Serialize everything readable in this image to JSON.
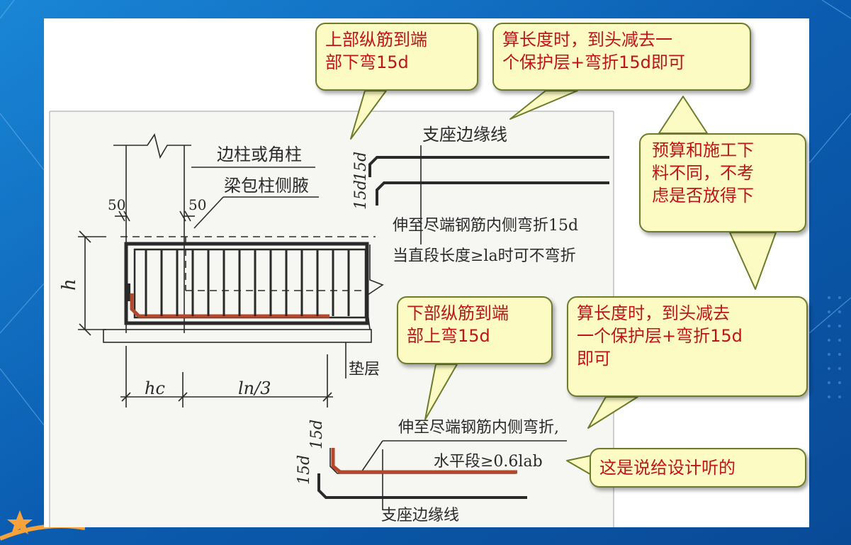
{
  "callouts": {
    "top_rebar": [
      "上部纵筋到端",
      "部下弯15d"
    ],
    "top_length": [
      "算长度时，到头减去一",
      "个保护层+弯折15d即可"
    ],
    "budget": [
      "预算和施工下",
      "料不同，不考",
      "虑是否放得下"
    ],
    "bottom_rebar": [
      "下部纵筋到端",
      "部上弯15d"
    ],
    "bottom_length": [
      "算长度时，到头减去",
      "一个保护层+弯折15d",
      "即可"
    ],
    "designer": "这是说给设计听的"
  },
  "drawing": {
    "support_edge_top": "支座边缘线",
    "side_column": "边柱或角柱",
    "beam_column": "梁包柱侧腋",
    "dim_50_left": "50",
    "dim_50_right": "50",
    "h": "h",
    "hc": "hc",
    "ln3": "ln/3",
    "cushion": "垫层",
    "top_note_1": "伸至尽端钢筋内侧弯折15d",
    "top_note_2": "当直段长度≥la时可不弯折",
    "top_15d_a": "15d",
    "top_15d_b": "15d",
    "bottom_note_1": "伸至尽端钢筋内侧弯折,",
    "bottom_note_2": "水平段≥0.6lab",
    "bottom_15d_a": "15d",
    "bottom_15d_b": "15d",
    "support_edge_bottom": "支座边缘线"
  },
  "colors": {
    "callout_fill": "#fdfbc4",
    "callout_text": "#c0141b",
    "rebar_red": "#b5472a",
    "background_blue": "#0d63b8"
  }
}
